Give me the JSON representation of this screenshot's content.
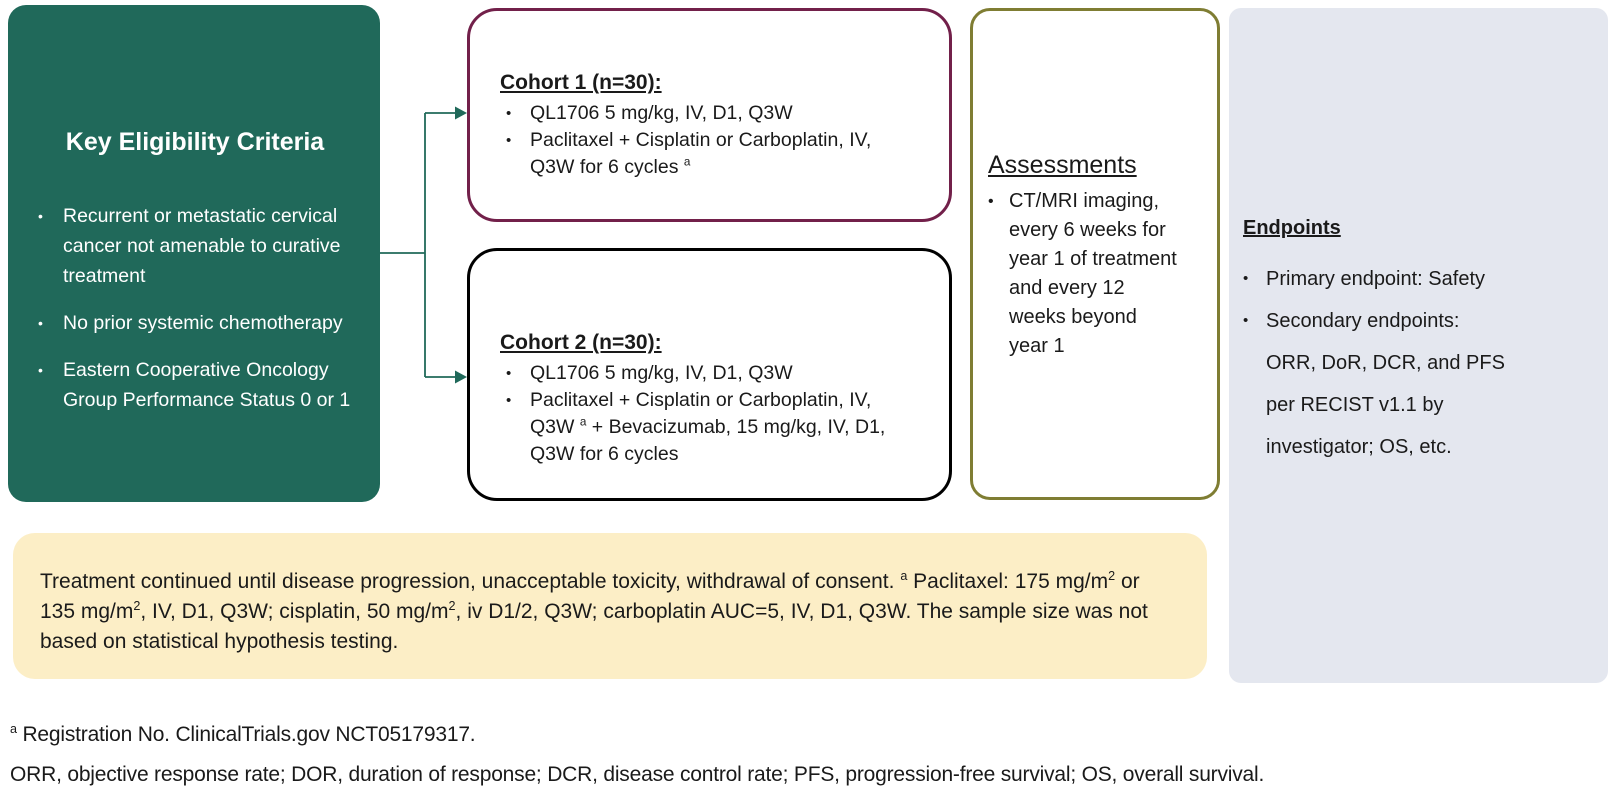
{
  "figure": {
    "description": "Clinical trial study design diagram"
  },
  "colors": {
    "eligibility_bg": "#20695a",
    "connector": "#20695a",
    "cohort1_border": "#72204a",
    "cohort2_border": "#000000",
    "assessments_border": "#7f7d33",
    "endpoints_bg": "#e4e7ef",
    "note_bg": "#fceec6",
    "text_light": "#ffffff",
    "text_dark": "#1a1a1a"
  },
  "eligibility": {
    "title": "Key Eligibility Criteria",
    "items": [
      [
        {
          "t": "Recurrent or metastatic cervical"
        },
        {
          "br": true
        },
        {
          "t": "cancer not amenable to curative"
        },
        {
          "br": true
        },
        {
          "t": "treatment"
        }
      ],
      [
        {
          "t": "No prior systemic chemotherapy"
        }
      ],
      [
        {
          "t": "Eastern Cooperative Oncology"
        },
        {
          "br": true
        },
        {
          "t": "Group Performance Status 0 or 1"
        }
      ]
    ]
  },
  "cohort1": {
    "title": "Cohort 1 (n=30):",
    "items": [
      [
        {
          "t": "QL1706 5 mg/kg, IV, D1, Q3W"
        }
      ],
      [
        {
          "t": "Paclitaxel + Cisplatin or Carboplatin, IV,"
        },
        {
          "br": true
        },
        {
          "t": "Q3W for 6 cycles "
        },
        {
          "t": "a",
          "sup": true
        }
      ]
    ]
  },
  "cohort2": {
    "title": "Cohort 2 (n=30):",
    "items": [
      [
        {
          "t": "QL1706 5 mg/kg, IV, D1, Q3W"
        }
      ],
      [
        {
          "t": "Paclitaxel + Cisplatin or Carboplatin, IV,"
        },
        {
          "br": true
        },
        {
          "t": "Q3W "
        },
        {
          "t": "a",
          "sup": true
        },
        {
          "t": " + Bevacizumab, 15 mg/kg, IV, D1,"
        },
        {
          "br": true
        },
        {
          "t": "Q3W for 6 cycles"
        }
      ]
    ]
  },
  "assessments": {
    "title": "Assessments",
    "items": [
      [
        {
          "t": "CT/MRI imaging,"
        },
        {
          "br": true
        },
        {
          "t": "every 6 weeks for"
        },
        {
          "br": true
        },
        {
          "t": "year 1 of treatment"
        },
        {
          "br": true
        },
        {
          "t": "and every 12"
        },
        {
          "br": true
        },
        {
          "t": "weeks beyond"
        },
        {
          "br": true
        },
        {
          "t": "year 1"
        }
      ]
    ]
  },
  "endpoints": {
    "title": "Endpoints",
    "items": [
      [
        {
          "t": "Primary endpoint: Safety"
        }
      ],
      [
        {
          "t": "Secondary endpoints:"
        },
        {
          "br": true
        },
        {
          "t": "ORR, DoR, DCR, and PFS"
        },
        {
          "br": true
        },
        {
          "t": "per RECIST v1.1 by"
        },
        {
          "br": true
        },
        {
          "t": "investigator; OS, etc."
        }
      ]
    ]
  },
  "note": {
    "segments": [
      {
        "t": "Treatment continued until disease progression, unacceptable toxicity, withdrawal of consent. "
      },
      {
        "t": "a",
        "sup": true
      },
      {
        "t": " Paclitaxel: 175 mg/m"
      },
      {
        "t": "2",
        "sup": true
      },
      {
        "t": " or 135 mg/m"
      },
      {
        "t": "2",
        "sup": true
      },
      {
        "t": ", IV, D1, Q3W; cisplatin, 50 mg/m"
      },
      {
        "t": "2",
        "sup": true
      },
      {
        "t": ", iv D1/2, Q3W; carboplatin AUC=5, IV, D1, Q3W. The sample size was not based on statistical hypothesis testing."
      }
    ]
  },
  "footnotes": [
    [
      {
        "t": "a",
        "sup": true
      },
      {
        "t": " Registration No. ClinicalTrials.gov NCT05179317."
      }
    ],
    [
      {
        "t": "ORR, objective response rate; DOR, duration of response; DCR, disease control rate; PFS, progression-free survival; OS, overall survival."
      }
    ]
  ]
}
